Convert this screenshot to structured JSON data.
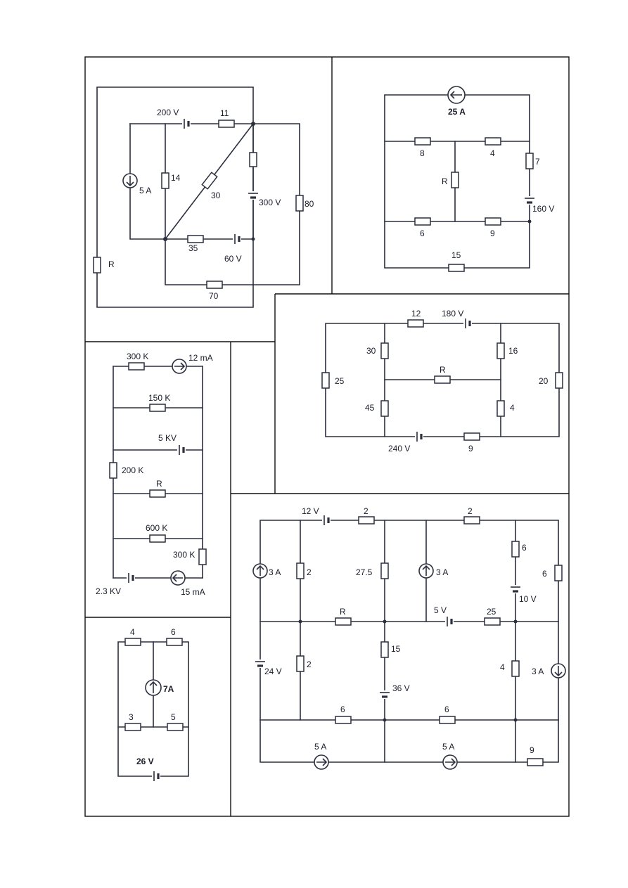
{
  "circuits": {
    "c1": {
      "src_200": "200 V",
      "r_11": "11",
      "i_5a": "5 A",
      "r_14": "14",
      "r_30": "30",
      "src_300": "300 V",
      "r_80": "80",
      "r_R": "R",
      "r_35": "35",
      "src_60": "60 V",
      "r_70": "70"
    },
    "c2": {
      "i_25a": "25 A",
      "r_8": "8",
      "r_4": "4",
      "r_7": "7",
      "r_R": "R",
      "src_160": "160 V",
      "r_6": "6",
      "r_9": "9",
      "r_15": "15"
    },
    "c3": {
      "r_12": "12",
      "src_180": "180 V",
      "r_30": "30",
      "r_16": "16",
      "r_R": "R",
      "r_25": "25",
      "r_20": "20",
      "r_45": "45",
      "r_4": "4",
      "src_240": "240 V",
      "r_9": "9"
    },
    "c4": {
      "r_300k_top": "300 K",
      "i_12ma": "12 mA",
      "r_150k": "150 K",
      "src_5kv": "5 KV",
      "r_200k": "200 K",
      "r_R": "R",
      "r_600k": "600 K",
      "r_300k_right": "300 K",
      "src_2_3kv": "2.3 KV",
      "i_15ma": "15 mA"
    },
    "c5": {
      "r_4": "4",
      "r_6": "6",
      "i_7a": "7A",
      "r_3": "3",
      "r_5": "5",
      "src_26": "26  V"
    },
    "c6": {
      "src_12": "12 V",
      "r_2_top_left": "2",
      "r_2_top_right": "2",
      "i_3a_left": "3 A",
      "r_2_upper": "2",
      "r_27_5": "27.5",
      "i_3a_mid": "3 A",
      "r_6_right_inner": "6",
      "r_6_right_outer": "6",
      "src_10": "10 V",
      "r_R": "R",
      "src_5": "5 V",
      "r_25": "25",
      "r_15": "15",
      "src_24": "24 V",
      "r_2_lower": "2",
      "r_4": "4",
      "i_3a_right": "3 A",
      "src_36": "36 V",
      "r_6_bottom_left": "6",
      "r_6_bottom_right": "6",
      "i_5a_left": "5 A",
      "i_5a_right": "5 A",
      "r_9": "9"
    }
  }
}
